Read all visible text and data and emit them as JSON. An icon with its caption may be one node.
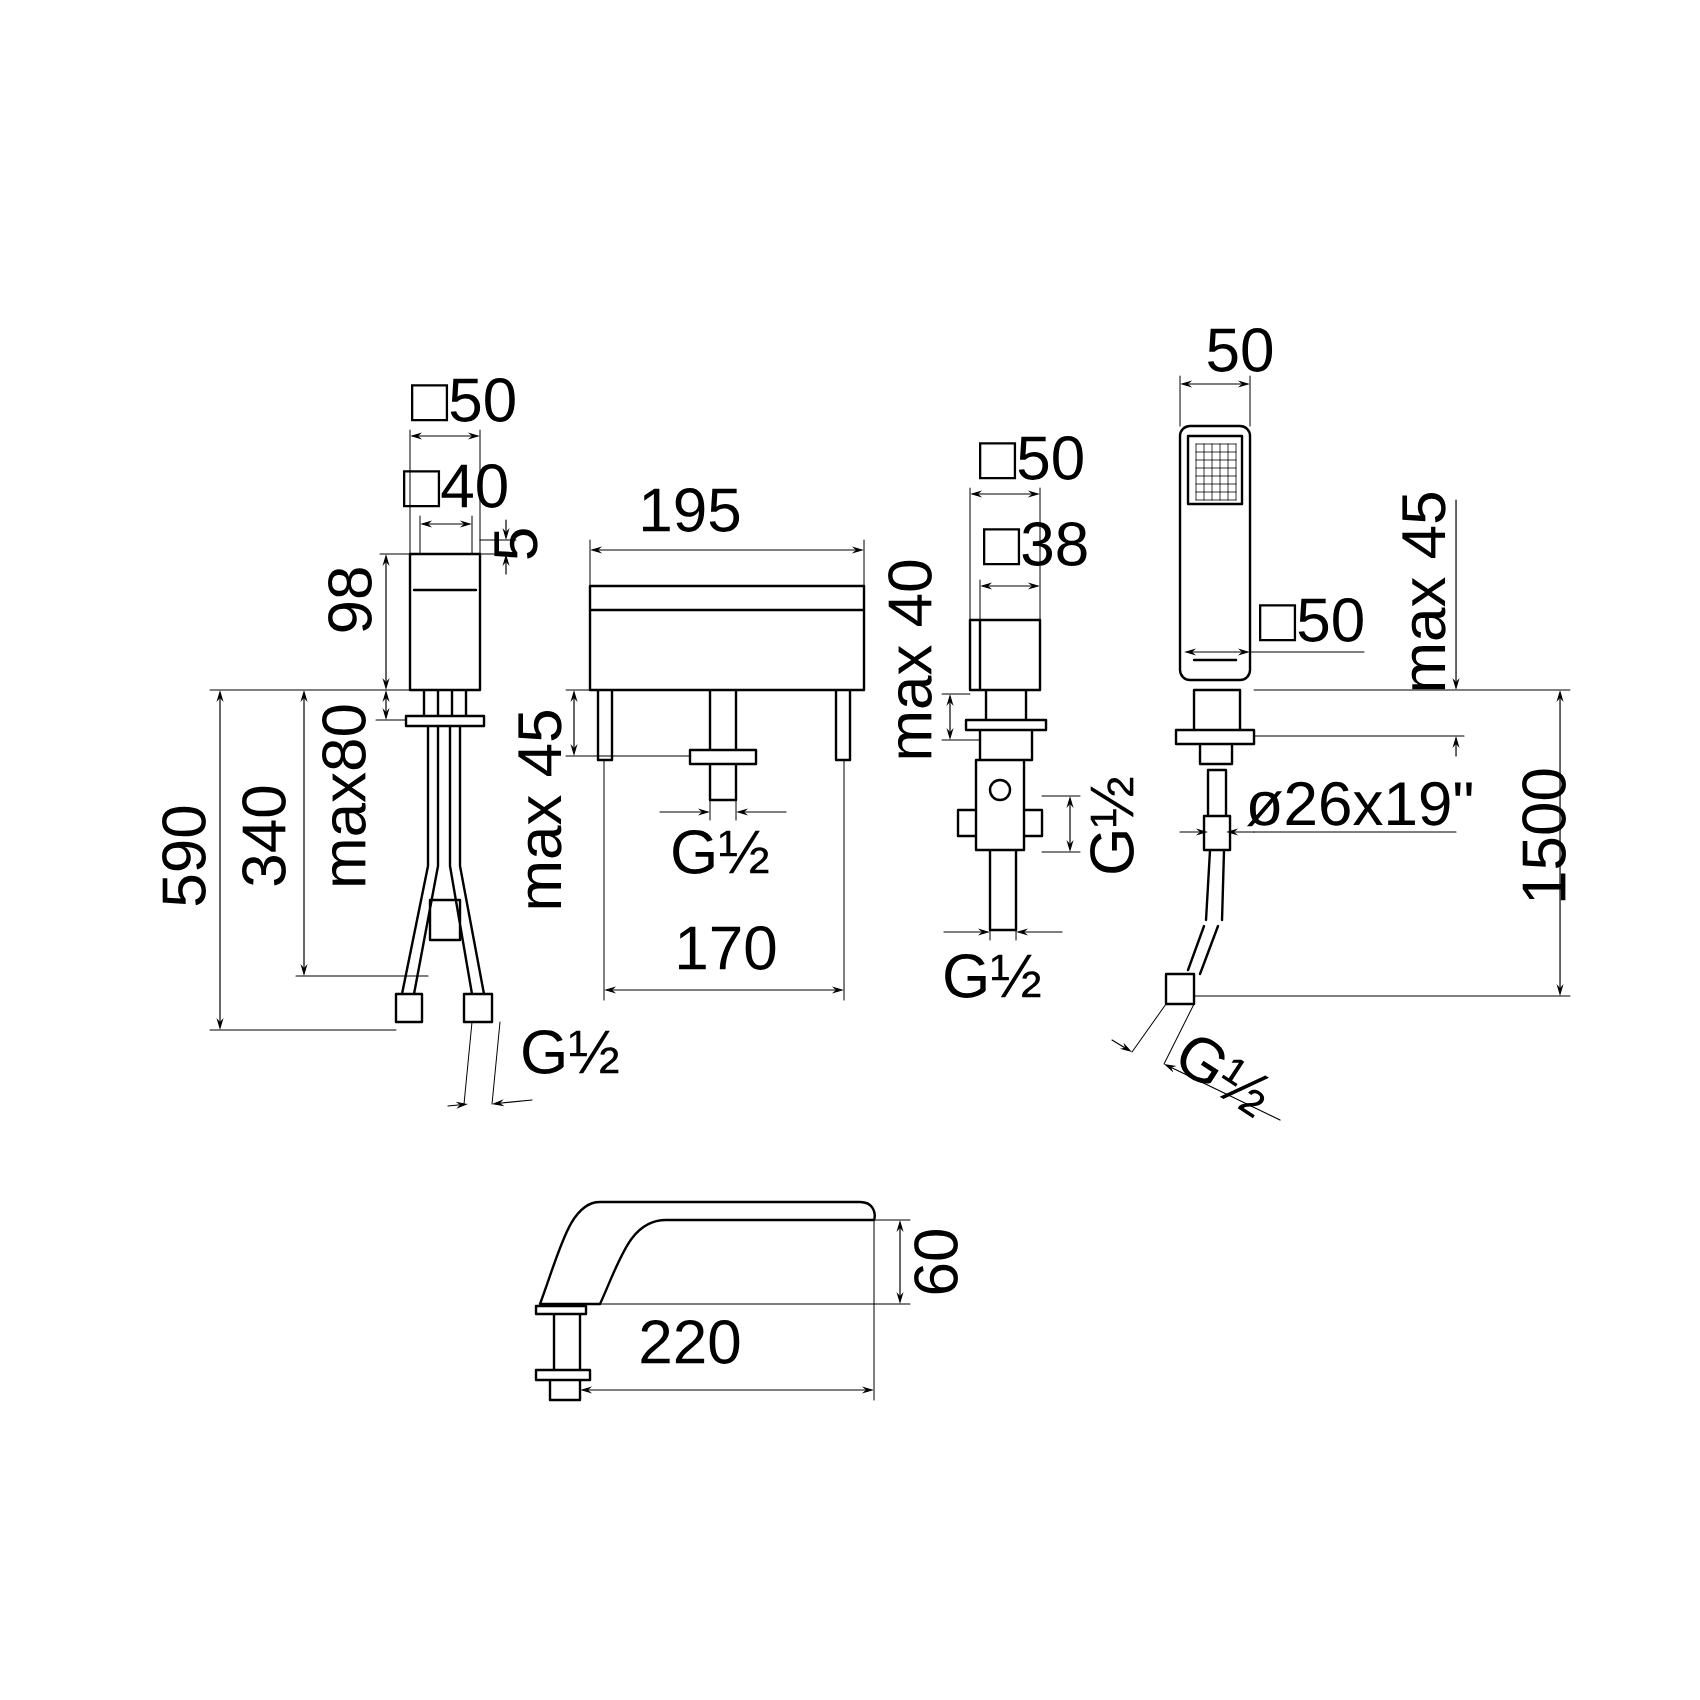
{
  "diagram": {
    "labels": [
      "□50",
      "□40",
      "5",
      "98",
      "590",
      "340",
      "max80",
      "195",
      "max 45",
      "G½",
      "170",
      "G½",
      "□50",
      "□38",
      "max 40",
      "G½",
      "G½",
      "50",
      "max 45",
      "□50",
      "ø26x19\"",
      "1500",
      "G½",
      "60",
      "220"
    ]
  }
}
